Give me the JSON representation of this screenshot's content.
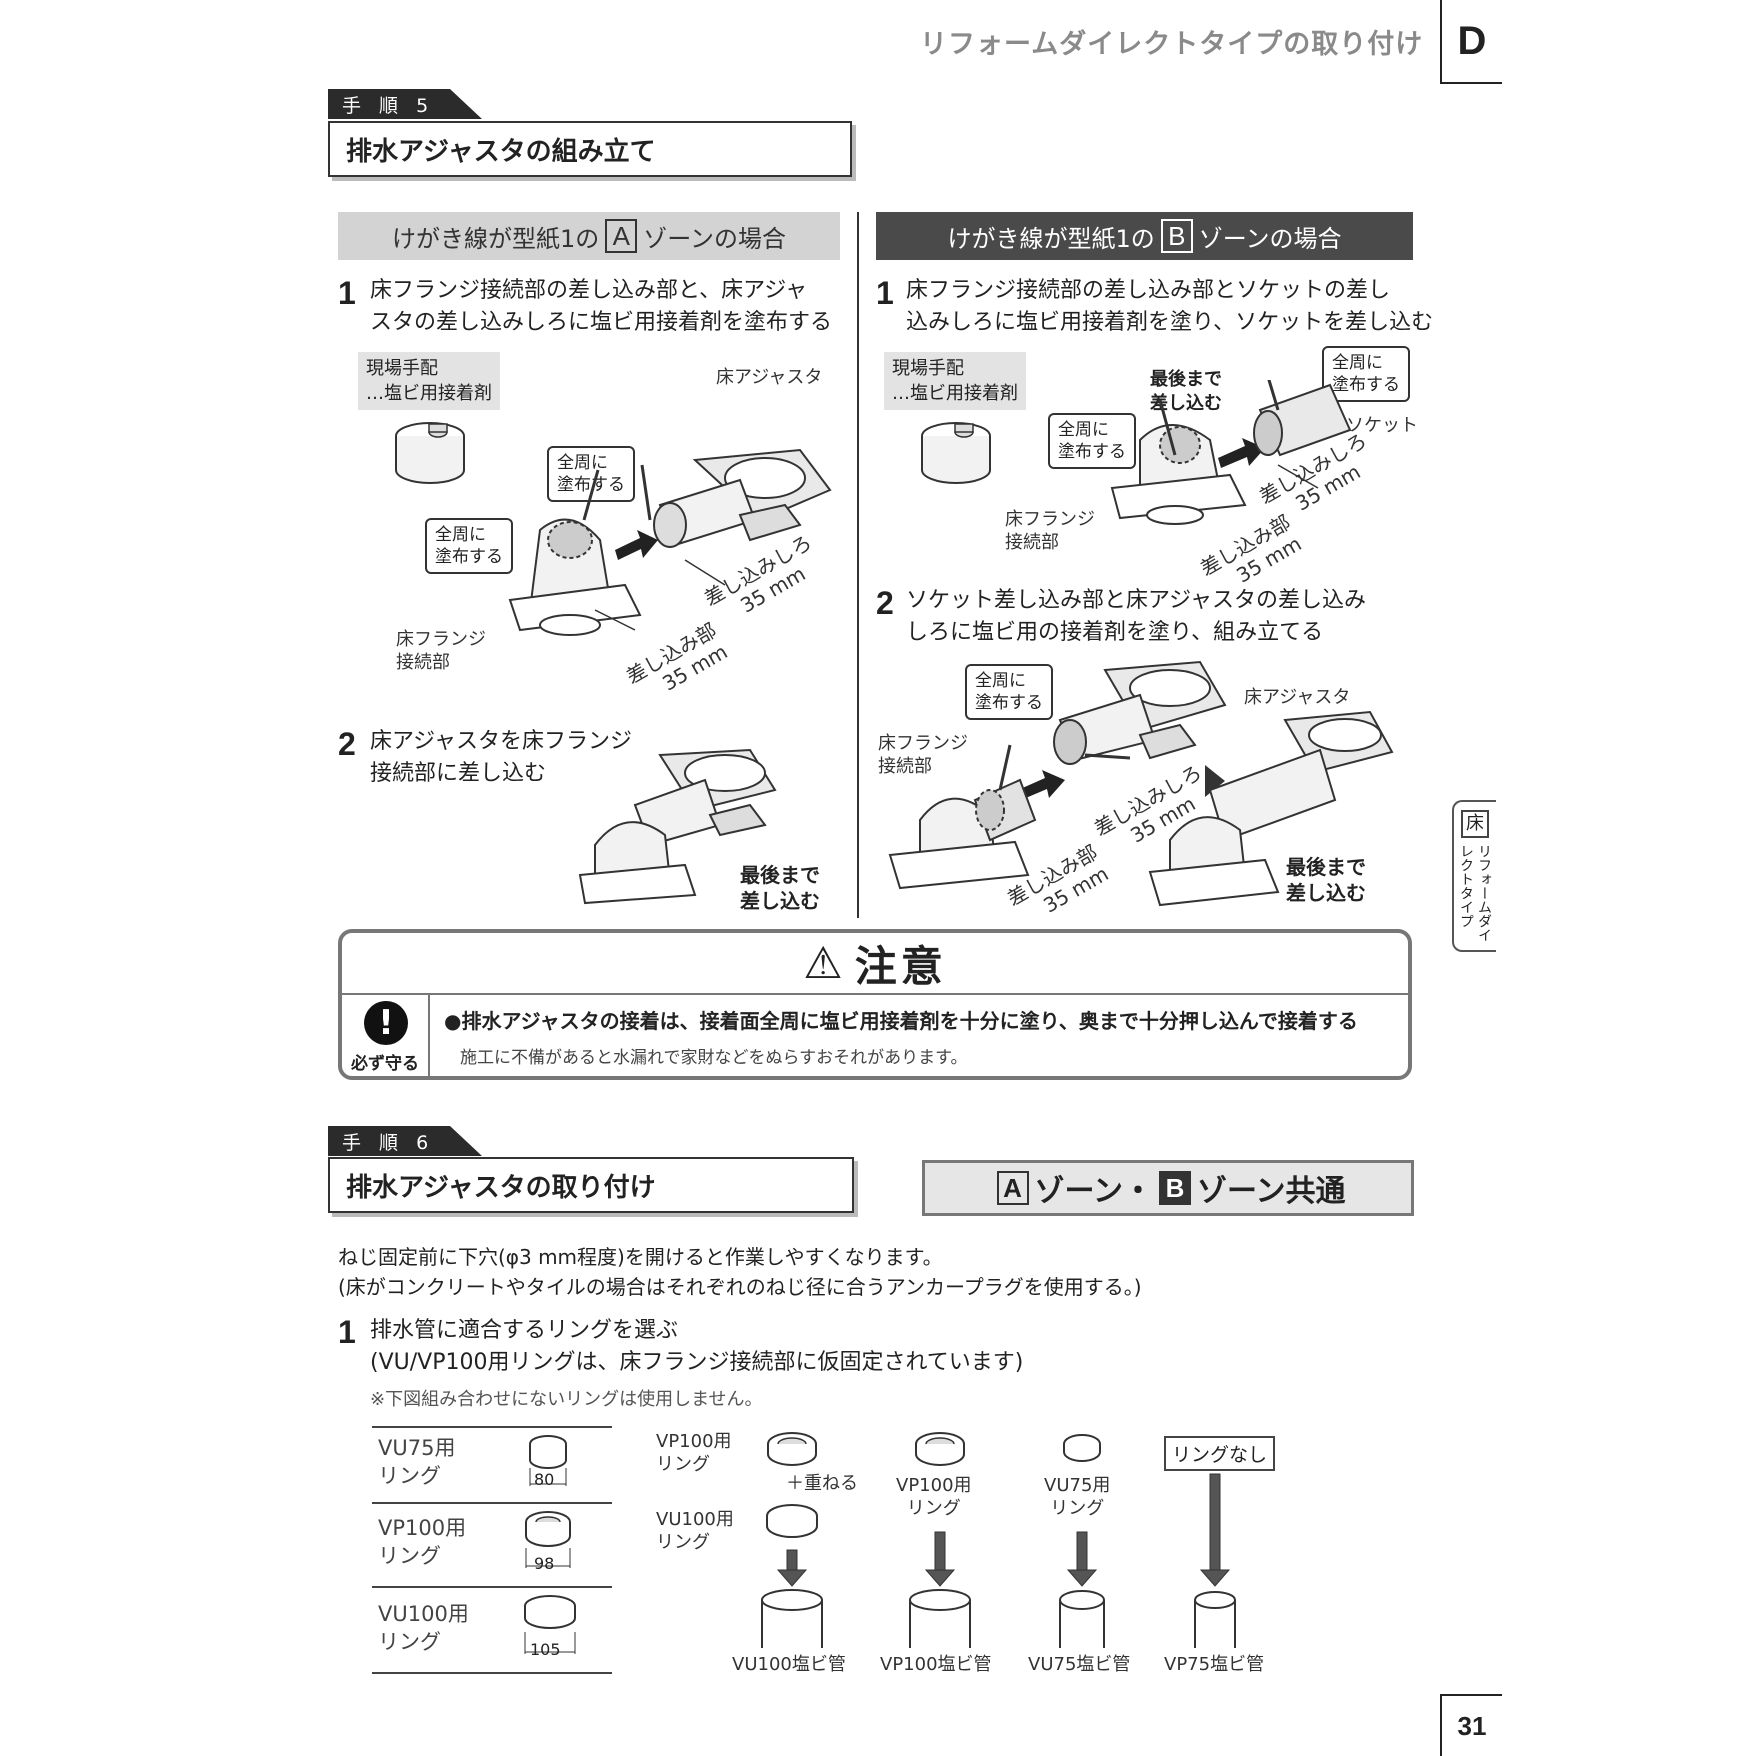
{
  "header": {
    "title": "リフォームダイレクトタイプの取り付け",
    "section_letter": "D"
  },
  "step5": {
    "tag": "手 順 5",
    "title": "排水アジャスタの組み立て",
    "zone_a": {
      "heading_pre": "けがき線が型紙1の",
      "letter": "A",
      "heading_post": "ゾーンの場合",
      "step1_num": "1",
      "step1_line1": "床フランジ接続部の差し込み部と、床アジャ",
      "step1_line2": "スタの差し込みしろに塩ビ用接着剤を塗布する",
      "supply_line1": "現場手配",
      "supply_line2": "…塩ビ用接着剤",
      "label_adjuster": "床アジャスタ",
      "callout1_l1": "全周に",
      "callout1_l2": "塗布する",
      "callout2_l1": "全周に",
      "callout2_l2": "塗布する",
      "label_flange_l1": "床フランジ",
      "label_flange_l2": "接続部",
      "dim1_l1": "差し込みしろ",
      "dim1_l2": "35 mm",
      "dim2_l1": "差し込み部",
      "dim2_l2": "35 mm",
      "step2_num": "2",
      "step2_line1": "床アジャスタを床フランジ",
      "step2_line2": "接続部に差し込む",
      "final_l1": "最後まで",
      "final_l2": "差し込む"
    },
    "zone_b": {
      "heading_pre": "けがき線が型紙1の",
      "letter": "B",
      "heading_post": "ゾーンの場合",
      "step1_num": "1",
      "step1_line1": "床フランジ接続部の差し込み部とソケットの差し",
      "step1_line2": "込みしろに塩ビ用接着剤を塗り、ソケットを差し込む",
      "supply_line1": "現場手配",
      "supply_line2": "…塩ビ用接着剤",
      "insert_l1": "最後まで",
      "insert_l2": "差し込む",
      "callout_top_l1": "全周に",
      "callout_top_l2": "塗布する",
      "callout_mid_l1": "全周に",
      "callout_mid_l2": "塗布する",
      "label_socket": "ソケット",
      "label_flange_l1": "床フランジ",
      "label_flange_l2": "接続部",
      "dim_socket_l1": "差し込みしろ",
      "dim_socket_l2": "35 mm",
      "dim_flange_l1": "差し込み部",
      "dim_flange_l2": "35 mm",
      "step2_num": "2",
      "step2_line1": "ソケット差し込み部と床アジャスタの差し込み",
      "step2_line2": "しろに塩ビ用の接着剤を塗り、組み立てる",
      "callout2_l1": "全周に",
      "callout2_l2": "塗布する",
      "label_adjuster": "床アジャスタ",
      "label_flange2_l1": "床フランジ",
      "label_flange2_l2": "接続部",
      "dim2a_l1": "差し込みしろ",
      "dim2a_l2": "35 mm",
      "dim2b_l1": "差し込み部",
      "dim2b_l2": "35 mm",
      "final_l1": "最後まで",
      "final_l2": "差し込む"
    }
  },
  "caution": {
    "title": "注意",
    "icon_label": "必ず守る",
    "main": "●排水アジャスタの接着は、接着面全周に塩ビ用接着剤を十分に塗り、奥まで十分押し込んで接着する",
    "sub": "施工に不備があると水漏れで家財などをぬらすおそれがあります。"
  },
  "step6": {
    "tag": "手 順 6",
    "title": "排水アジャスタの取り付け",
    "common_letter_a": "A",
    "common_mid": "ゾーン・",
    "common_letter_b": "B",
    "common_post": "ゾーン共通",
    "note1": "ねじ固定前に下穴(φ3 mm程度)を開けると作業しやすくなります。",
    "note2": "(床がコンクリートやタイルの場合はそれぞれのねじ径に合うアンカープラグを使用する。)",
    "step1_num": "1",
    "step1_line1": "排水管に適合するリングを選ぶ",
    "step1_line2": "(VU/VP100用リングは、床フランジ接続部に仮固定されています)",
    "step1_note": "※下図組み合わせにないリングは使用しません。",
    "rings": [
      {
        "name_l1": "VU75用",
        "name_l2": "リング",
        "size": "80"
      },
      {
        "name_l1": "VP100用",
        "name_l2": "リング",
        "size": "98"
      },
      {
        "name_l1": "VU100用",
        "name_l2": "リング",
        "size": "105"
      }
    ],
    "combo": {
      "vp100_l1": "VP100用",
      "vp100_l2": "リング",
      "stack": "＋重ねる",
      "vu100_l1": "VU100用",
      "vu100_l2": "リング",
      "col2_l1": "VP100用",
      "col2_l2": "リング",
      "col3_l1": "VU75用",
      "col3_l2": "リング",
      "no_ring": "リングなし",
      "pipes": [
        "VU100塩ビ管",
        "VP100塩ビ管",
        "VU75塩ビ管",
        "VP75塩ビ管"
      ]
    }
  },
  "side_tab": {
    "icon": "床",
    "text": "リフォームダイレクトタイプ"
  },
  "page_number": "31"
}
